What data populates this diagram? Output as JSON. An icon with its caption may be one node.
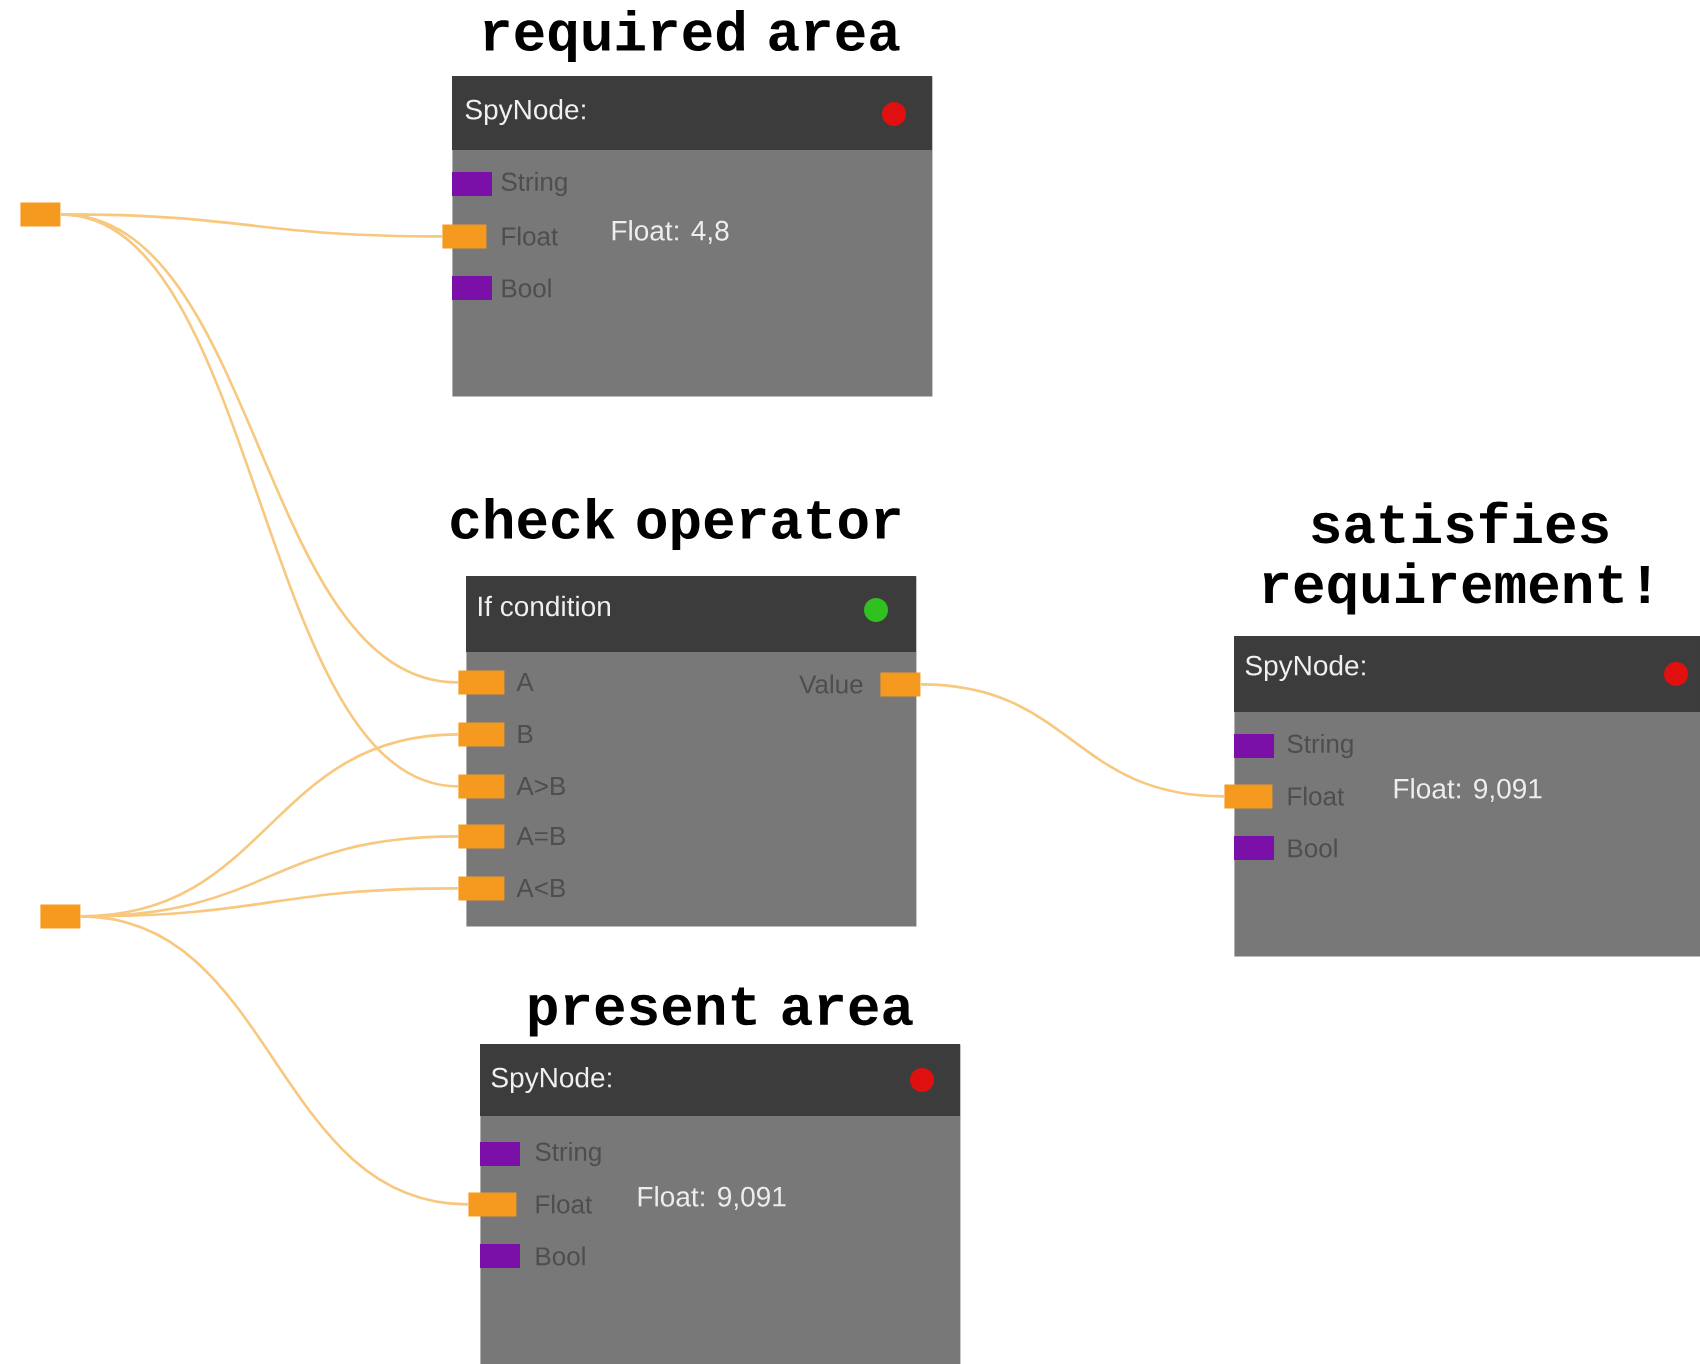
{
  "diagram": {
    "nodes": [
      {
        "text": [],
        "shape": "box"
      },
      {
        "text": [
          "required area",
          "SpyNode:",
          "String",
          "Float",
          "Bool",
          "Float: 4,8"
        ]
      },
      {
        "text": [],
        "shape": "box",
        "in": 1
      },
      {
        "text": [
          "check operator",
          "If condition",
          "A",
          "B",
          "A>B",
          "A=B",
          "A<B",
          "Value"
        ]
      },
      {
        "text": [],
        "shape": "box",
        "in": 3
      },
      {
        "text": [],
        "shape": "box",
        "in": 3
      },
      {
        "text": [],
        "shape": "box",
        "in": 3
      },
      {
        "text": [],
        "shape": "box",
        "in": 3
      },
      {
        "text": [],
        "shape": "box",
        "in": 3
      },
      {
        "text": [],
        "shape": "box",
        "in": 3
      },
      {
        "text": [
          "satisfies requirement!",
          "SpyNode:",
          "String",
          "Float",
          "Bool",
          "Float: 9,091"
        ]
      },
      {
        "text": [],
        "shape": "box",
        "in": 10
      },
      {
        "text": [],
        "shape": "box"
      },
      {
        "text": [
          "present area",
          "SpyNode:",
          "String",
          "Float",
          "Bool",
          "Float: 9,091"
        ]
      },
      {
        "text": [],
        "shape": "box",
        "in": 13
      }
    ],
    "edges": [
      {
        "from": 0,
        "to": 2,
        "arrow": "none"
      },
      {
        "from": 0,
        "to": 4,
        "arrow": "none"
      },
      {
        "from": 0,
        "to": 6,
        "arrow": "none"
      },
      {
        "from": 12,
        "to": 5,
        "arrow": "none"
      },
      {
        "from": 12,
        "to": 7,
        "arrow": "none"
      },
      {
        "from": 12,
        "to": 8,
        "arrow": "none"
      },
      {
        "from": 12,
        "to": 14,
        "arrow": "none"
      },
      {
        "from": 9,
        "to": 11,
        "arrow": "none"
      }
    ]
  }
}
